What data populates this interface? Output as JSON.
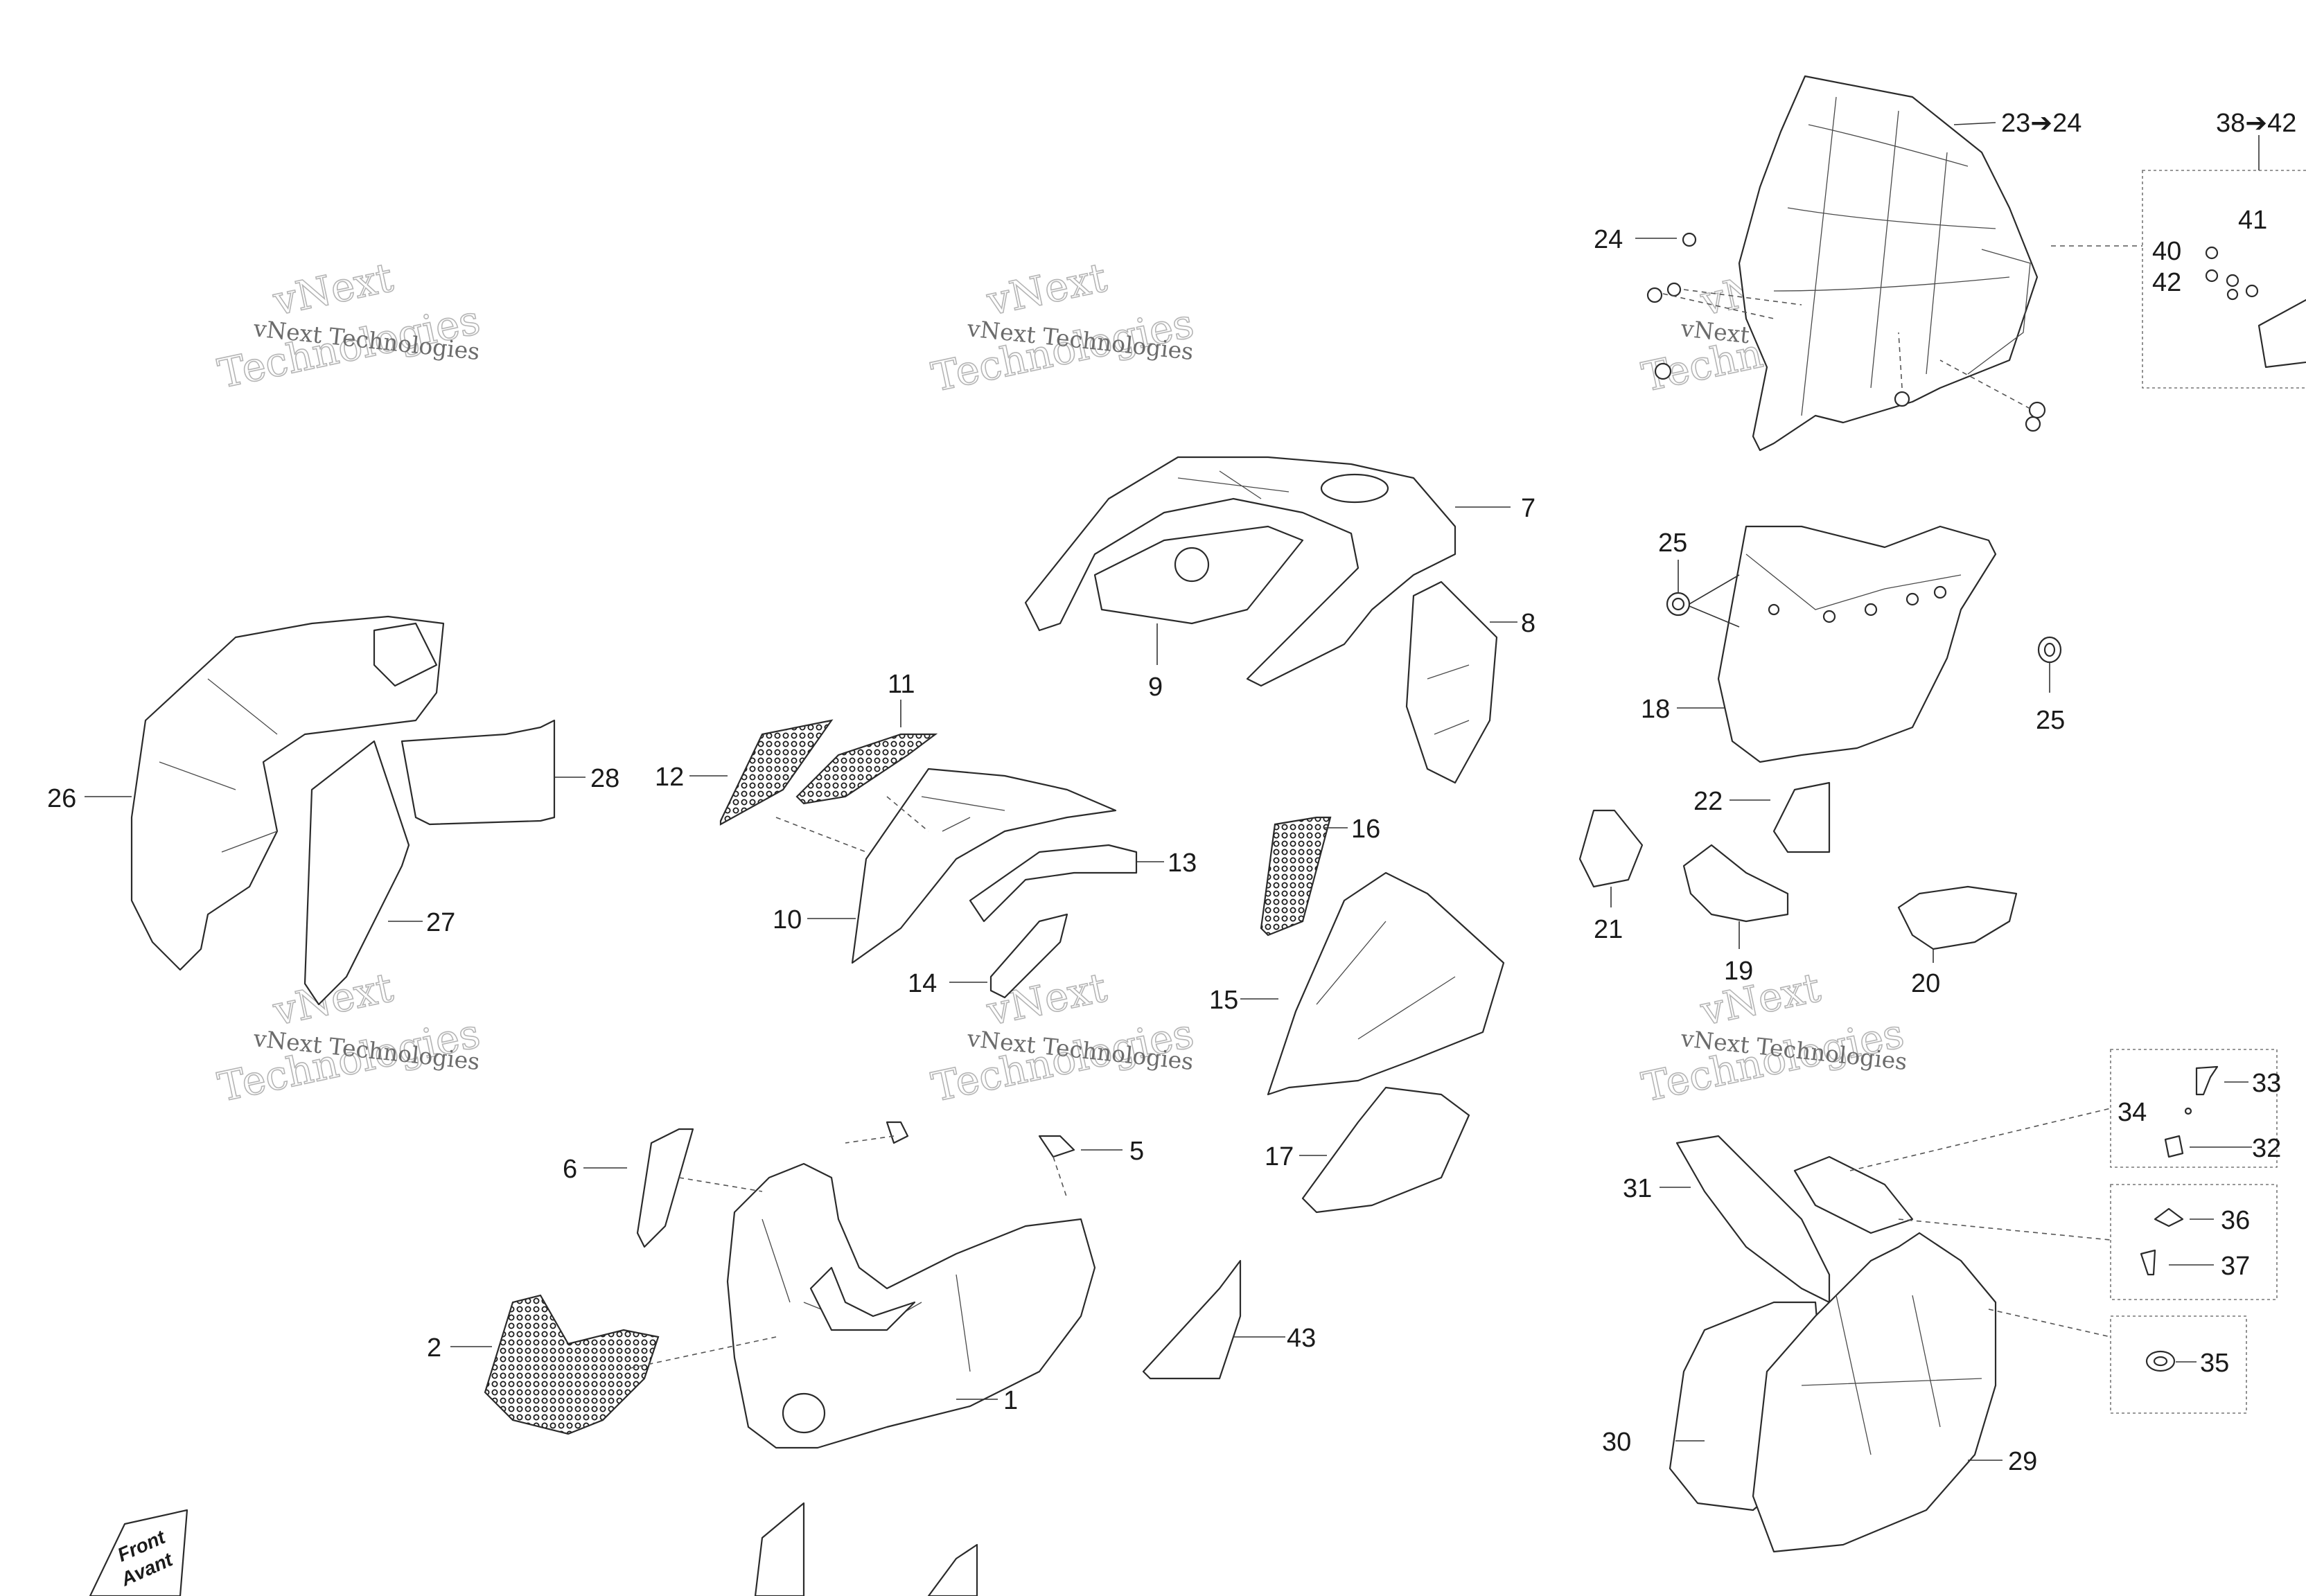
{
  "watermark": {
    "line1": "vNext",
    "line2": "Technologies",
    "small": "vNext Technologies"
  },
  "orientation_label": {
    "line1": "Front",
    "line2": "Avant"
  },
  "callouts": {
    "p1": "1",
    "p2": "2",
    "p5": "5",
    "p6": "6",
    "p7": "7",
    "p8": "8",
    "p9": "9",
    "p10": "10",
    "p11": "11",
    "p12": "12",
    "p13": "13",
    "p14": "14",
    "p15": "15",
    "p16": "16",
    "p17": "17",
    "p18": "18",
    "p19": "19",
    "p20": "20",
    "p21": "21",
    "p22": "22",
    "p23_24": "23➔24",
    "p24": "24",
    "p25a": "25",
    "p25b": "25",
    "p26": "26",
    "p27": "27",
    "p28": "28",
    "p29": "29",
    "p30": "30",
    "p31": "31",
    "p32": "32",
    "p33": "33",
    "p34": "34",
    "p35": "35",
    "p36": "36",
    "p37": "37",
    "p38_42": "38➔42",
    "p40": "40",
    "p41": "41",
    "p42": "42",
    "p43": "43"
  }
}
